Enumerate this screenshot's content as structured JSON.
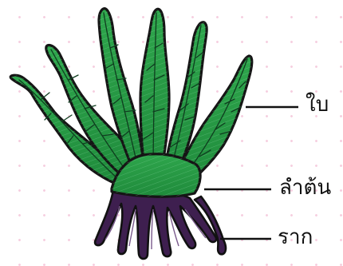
{
  "labels": {
    "leaf": "ใบ",
    "stem": "ลำต้น",
    "root": "ราก"
  },
  "colors": {
    "leaf_green": "#2f9d4a",
    "leaf_dark": "#1f7a36",
    "root_purple": "#3e1f4f",
    "outline": "#151515",
    "dot_pink": "#f6cfe0"
  }
}
